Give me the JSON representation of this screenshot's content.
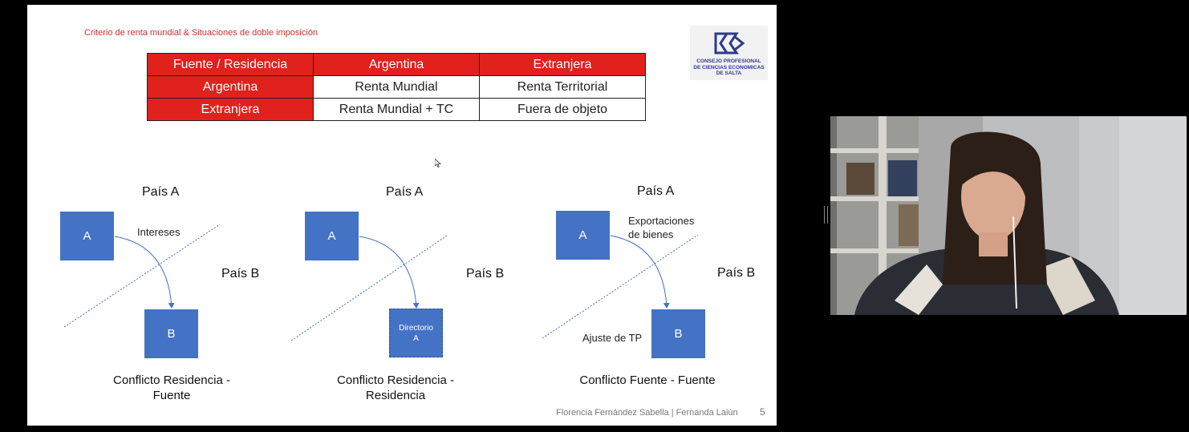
{
  "slide": {
    "title": "Criterio de renta mundial & Situaciones de doble imposición",
    "logo_text": [
      "CONSEJO PROFESIONAL",
      "DE CIENCIAS ECONOMICAS",
      "DE SALTA"
    ],
    "table": {
      "header": [
        "Fuente / Residencia",
        "Argentina",
        "Extranjera"
      ],
      "rows": [
        [
          "Argentina",
          "Renta Mundial",
          "Renta Territorial"
        ],
        [
          "Extranjera",
          "Renta Mundial + TC",
          "Fuera de objeto"
        ]
      ]
    },
    "diagrams": [
      {
        "country_a": "País A",
        "country_b": "País B",
        "box_a": "A",
        "box_b": "B",
        "flow_label": "Intereses",
        "caption_1": "Conflicto Residencia -",
        "caption_2": "Fuente"
      },
      {
        "country_a": "País A",
        "country_b": "País B",
        "box_a": "A",
        "box_b_1": "Directorio",
        "box_b_2": "A",
        "caption_1": "Conflicto Residencia -",
        "caption_2": "Residencia"
      },
      {
        "country_a": "País A",
        "country_b": "País B",
        "box_a": "A",
        "box_b": "B",
        "flow_label_1": "Exportaciones",
        "flow_label_2": "de bienes",
        "side_label": "Ajuste de TP",
        "caption_1": "Conflicto Fuente - Fuente"
      }
    ],
    "footer": "Florencia Fernández Sabella | Fernanda Laiún",
    "page_number": "5"
  },
  "colors": {
    "accent_red": "#e0211c",
    "box_blue": "#4472c4",
    "logo_blue": "#2f3a8c"
  }
}
